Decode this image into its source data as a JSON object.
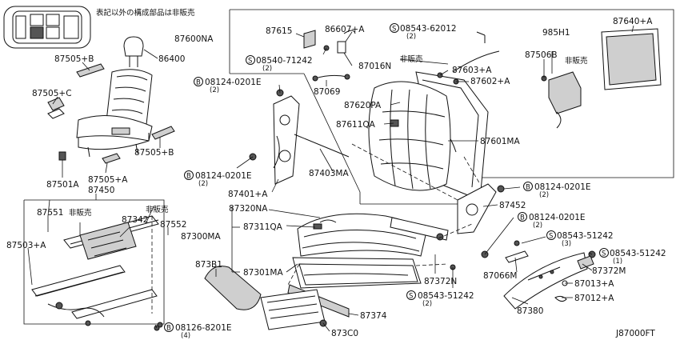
{
  "header_note": "表記以外の構成部品は非販売",
  "diagram_code": "J87000FT",
  "labels": {
    "p87505B_top": "87505+B",
    "p86400": "86400",
    "p87505C": "87505+C",
    "p87505B_mid": "87505+B",
    "p87501A": "87501A",
    "p87505A": "87505+A",
    "p87450": "87450",
    "p87551": "87551",
    "p87342": "87342",
    "p87552": "87552",
    "p87503A": "87503+A",
    "hihan1": "非販売",
    "hihan2": "非販売",
    "p87600NA": "87600NA",
    "p87615": "87615",
    "p86607A": "86607+A",
    "s08543_62012": "08543-62012",
    "s08543_62012_q": "(2)",
    "s08540_71242": "08540-71242",
    "s08540_71242_q": "(2)",
    "p87016N": "87016N",
    "hihan3": "非販売",
    "p87603A": "87603+A",
    "p87602A": "87602+A",
    "b08124_0201E_a": "08124-0201E",
    "b08124_0201E_a_q": "(2)",
    "p87069": "87069",
    "p87620PA": "87620PA",
    "p87611QA": "87611QA",
    "p87601MA": "87601MA",
    "p985H1": "985H1",
    "p87506B": "87506B",
    "hihan4": "非販売",
    "p87640A": "87640+A",
    "b08124_0201E_b": "08124-0201E",
    "b08124_0201E_b_q": "(2)",
    "p87403MA": "87403MA",
    "p87401A": "87401+A",
    "b08124_0201E_c": "08124-0201E",
    "b08124_0201E_c_q": "(2)",
    "p87452": "87452",
    "b08124_0201E_d": "08124-0201E",
    "b08124_0201E_d_q": "(2)",
    "p87320NA": "87320NA",
    "p87311QA": "87311QA",
    "p87300MA": "87300MA",
    "p873B1": "873B1",
    "p87301MA": "87301MA",
    "s08543_51242_a": "08543-51242",
    "s08543_51242_a_q": "(3)",
    "s08543_51242_b": "08543-51242",
    "s08543_51242_b_q": "(1)",
    "p87372M": "87372M",
    "p87066M": "87066M",
    "p87372N": "87372N",
    "p87013A": "87013+A",
    "p87012A": "87012+A",
    "p87380": "87380",
    "s08543_51242_c": "08543-51242",
    "s08543_51242_c_q": "(2)",
    "p87374": "87374",
    "b08126_8201E": "08126-8201E",
    "b08126_8201E_q": "(4)",
    "p873C0": "873C0"
  },
  "callout_markers": {
    "screw": "S",
    "bolt": "B"
  }
}
